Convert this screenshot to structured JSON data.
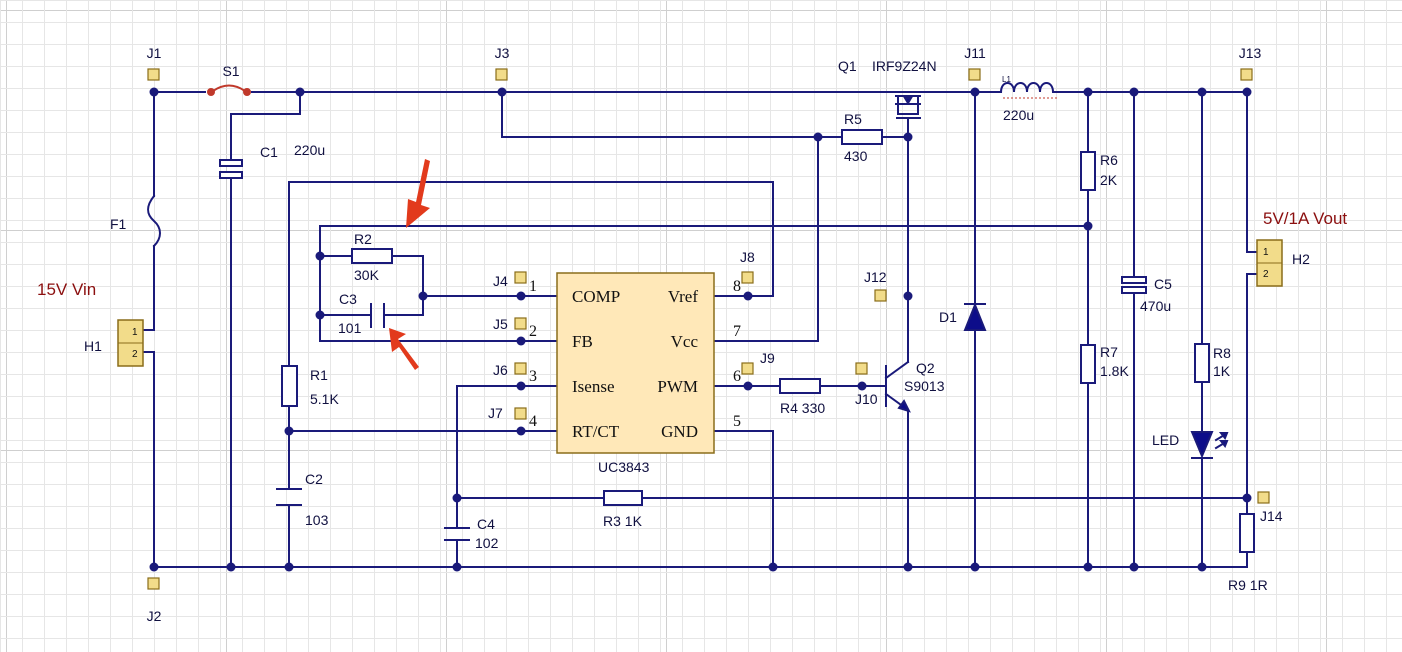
{
  "labels": {
    "J1": "J1",
    "J2": "J2",
    "J3": "J3",
    "J4": "J4",
    "J5": "J5",
    "J6": "J6",
    "J7": "J7",
    "J8": "J8",
    "J9": "J9",
    "J10": "J10",
    "J11": "J11",
    "J12": "J12",
    "J13": "J13",
    "J14": "J14",
    "S1": "S1",
    "F1": "F1",
    "H1": "H1",
    "H2": "H2",
    "C1": "C1",
    "C1_val": "220u",
    "C2": "C2",
    "C2_val": "103",
    "C3": "C3",
    "C3_val": "101",
    "C4": "C4",
    "C4_val": "102",
    "C5": "C5",
    "C5_val": "470u",
    "R1": "R1",
    "R1_val": "5.1K",
    "R2": "R2",
    "R2_val": "30K",
    "R3": "R3 1K",
    "R4": "R4 330",
    "R5": "R5",
    "R5_val": "430",
    "R6": "R6",
    "R6_val": "2K",
    "R7": "R7",
    "R7_val": "1.8K",
    "R8": "R8",
    "R8_val": "1K",
    "R9": "R9 1R",
    "Q1": "Q1",
    "Q1_val": "IRF9Z24N",
    "Q2": "Q2",
    "Q2_val": "S9013",
    "L1": "L1",
    "L1_val": "220u",
    "D1": "D1",
    "LED": "LED",
    "IC": "UC3843",
    "vin": "15V Vin",
    "vout": "5V/1A Vout"
  },
  "ic_pins": {
    "p1_num": "1",
    "p1_name": "COMP",
    "p2_num": "2",
    "p2_name": "FB",
    "p3_num": "3",
    "p3_name": "Isense",
    "p4_num": "4",
    "p4_name": "RT/CT",
    "p5_num": "5",
    "p5_name": "GND",
    "p6_num": "6",
    "p6_name": "PWM",
    "p7_num": "7",
    "p7_name": "Vcc",
    "p8_num": "8",
    "p8_name": "Vref"
  },
  "header_pins": {
    "one": "1",
    "two": "2"
  },
  "colors": {
    "wire": "#1a1a7a",
    "ic_body": "#ffe8b8",
    "pad": "#f2dc8a",
    "net_label": "#8b0f0f",
    "arrow": "#e23a1c"
  }
}
